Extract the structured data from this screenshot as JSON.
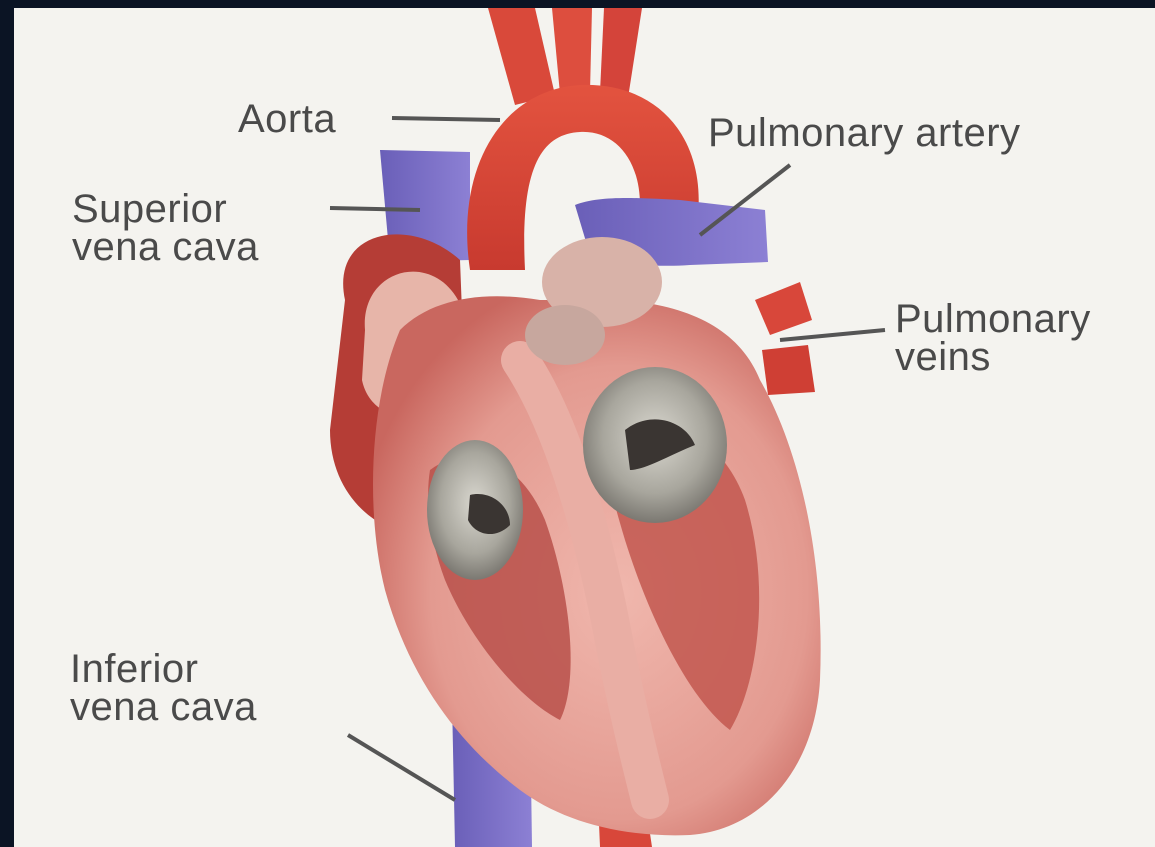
{
  "labels": {
    "aorta": "Aorta",
    "pulmonary_artery": "Pulmonary artery",
    "superior_vena_cava": [
      "Superior",
      "vena cava"
    ],
    "pulmonary_veins": [
      "Pulmonary",
      "veins"
    ],
    "inferior_vena_cava": [
      "Inferior",
      "vena cava"
    ]
  },
  "colors": {
    "background": "#f4f3ef",
    "frame": "#0b1424",
    "artery_red": "#d8473a",
    "vein_blue": "#7f72c8",
    "muscle_pink": "#e6a29a",
    "label_text": "#4a4a4a"
  }
}
